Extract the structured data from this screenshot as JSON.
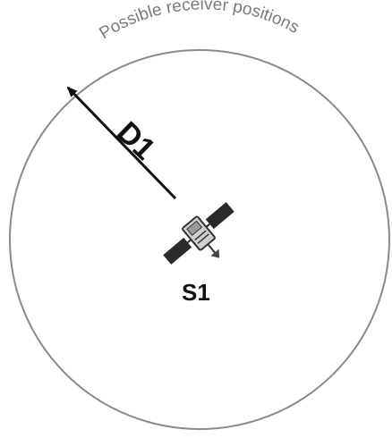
{
  "diagram": {
    "arc_caption": "Possible receiver positions",
    "radius_label": "D1",
    "satellite_label": "S1",
    "satellite_icon": "satellite-icon"
  },
  "colors": {
    "circle": "#8a8a8a",
    "arrow": "#111111",
    "text": "#111111",
    "caption": "#7a7a7a"
  }
}
